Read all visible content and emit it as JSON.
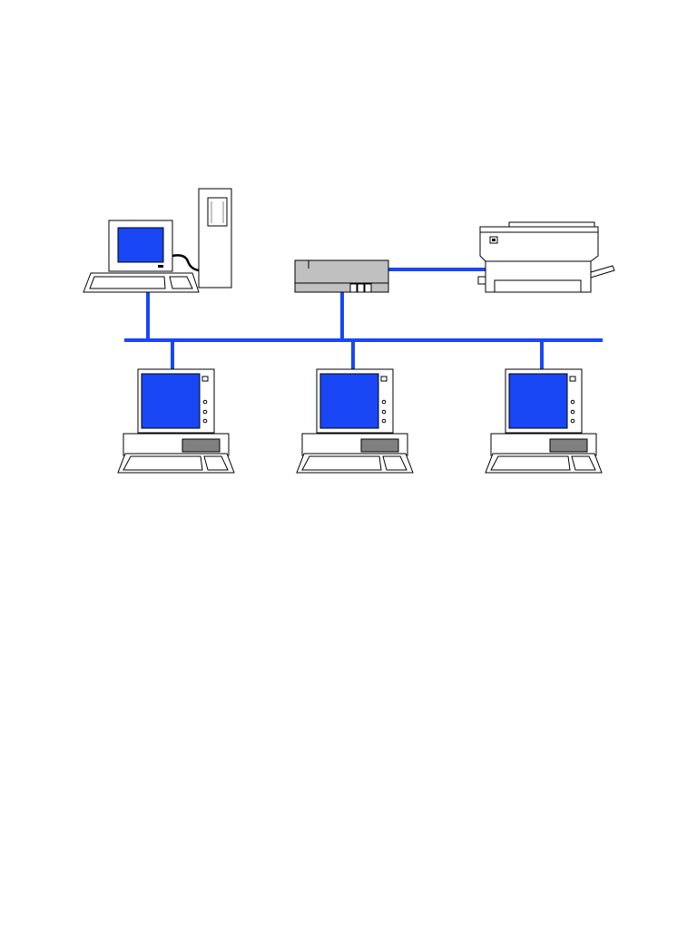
{
  "diagram": {
    "type": "bus-topology-network",
    "colors": {
      "background": "#ffffff",
      "cable": "#1947f5",
      "screen": "#1947f5",
      "outline": "#000000",
      "device_fill": "#ffffff",
      "hub_fill": "#c0c0c0",
      "drive_fill": "#808080"
    },
    "nodes": [
      {
        "id": "server",
        "icon": "tower-desktop-computer-icon"
      },
      {
        "id": "hub",
        "icon": "network-hub-icon"
      },
      {
        "id": "printer",
        "icon": "printer-icon"
      },
      {
        "id": "workstation-1",
        "icon": "workstation-computer-icon"
      },
      {
        "id": "workstation-2",
        "icon": "workstation-computer-icon"
      },
      {
        "id": "workstation-3",
        "icon": "workstation-computer-icon"
      }
    ],
    "links": [
      {
        "from": "server",
        "to": "bus"
      },
      {
        "from": "hub",
        "to": "bus"
      },
      {
        "from": "hub",
        "to": "printer"
      },
      {
        "from": "workstation-1",
        "to": "bus"
      },
      {
        "from": "workstation-2",
        "to": "bus"
      },
      {
        "from": "workstation-3",
        "to": "bus"
      }
    ]
  }
}
